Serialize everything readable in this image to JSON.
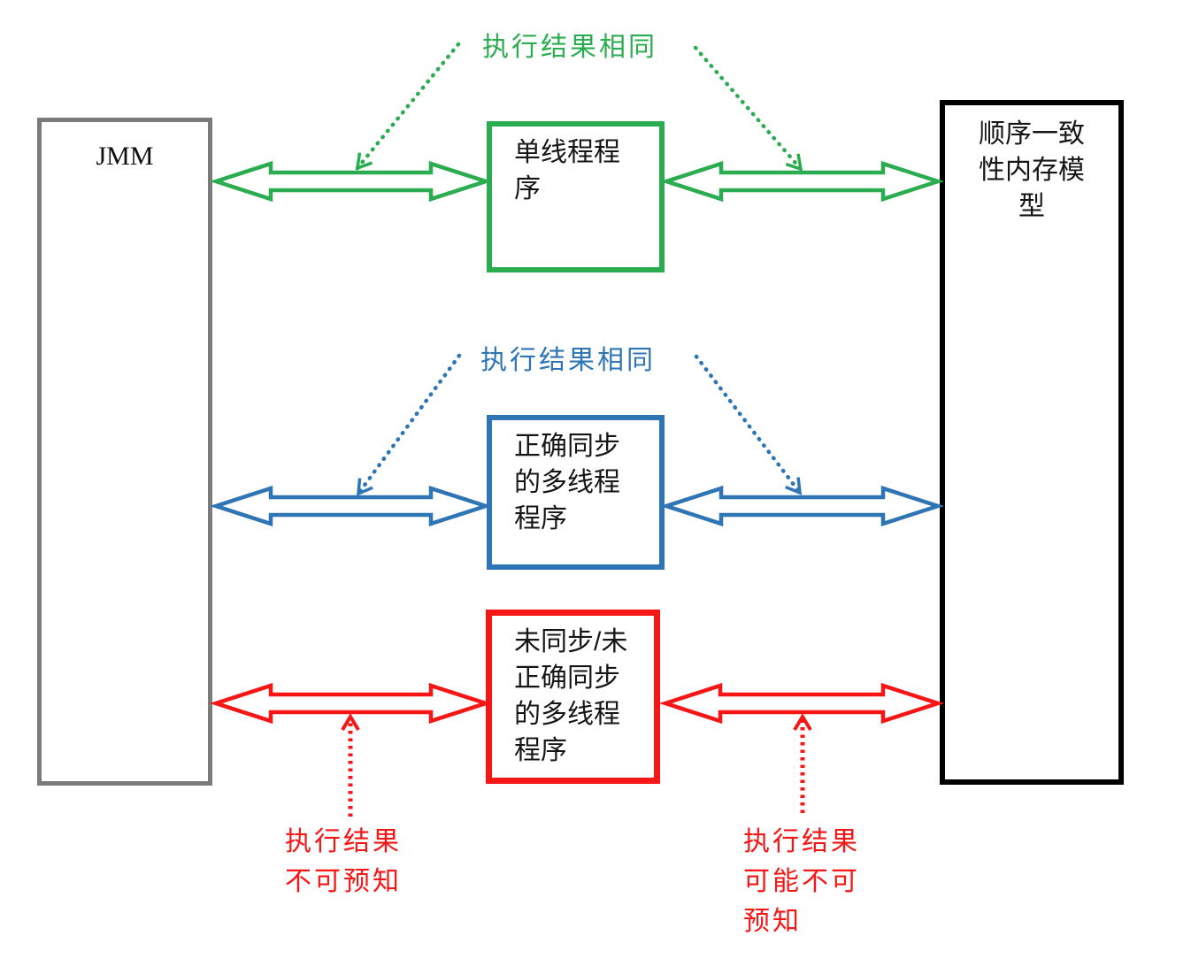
{
  "diagram": {
    "jmm_label": "JMM",
    "single_thread_label": "单线程程序",
    "synced_multi_label": "正确同步的多线程程序",
    "unsynced_multi_label": "未同步/未正确同步的多线程程序",
    "seq_model_label": "顺序一致性内存模型",
    "green_annotation": "执行结果相同",
    "blue_annotation": "执行结果相同",
    "red_left_annotation": "执行结果\n不可预知",
    "red_right_annotation": "执行结果\n可能不可\n预知",
    "colors": {
      "green": "#2bac50",
      "blue": "#2e75b6",
      "red": "#f71616",
      "gray_border": "#7b7b7b",
      "black_border": "#000000",
      "text": "#161616",
      "background": "#ffffff"
    }
  }
}
